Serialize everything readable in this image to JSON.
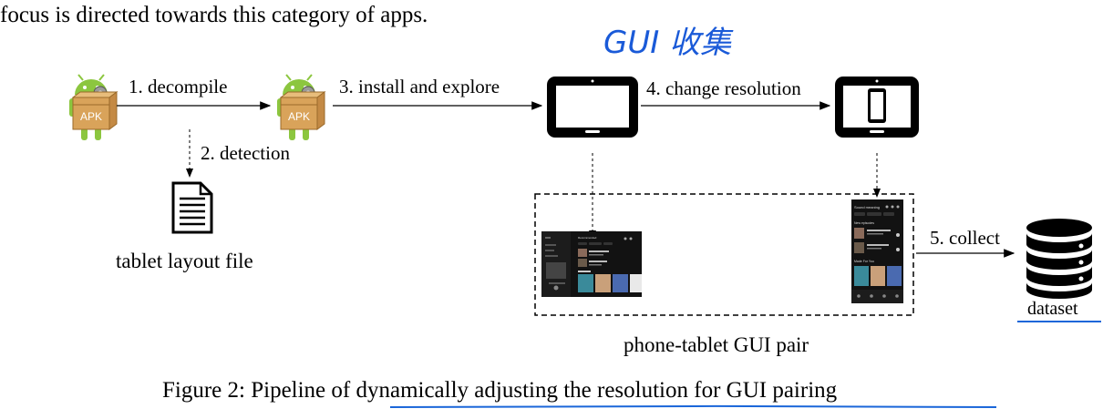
{
  "header_text": "focus is directed towards this category of apps.",
  "handwritten_note": "GUI 收集",
  "apk_label": "APK",
  "steps": {
    "decompile": "1. decompile",
    "detection": "2. detection",
    "install": "3. install and explore",
    "resolution": "4. change resolution",
    "collect": "5. collect"
  },
  "labels": {
    "layout_file": "tablet layout file",
    "gui_pair": "phone-tablet GUI pair",
    "dataset": "dataset"
  },
  "caption": "Figure 2: Pipeline of dynamically adjusting the resolution for GUI pairing",
  "mini_screens": {
    "tablet_title": "Recommended",
    "phone_title": "Sound meaning",
    "phone_section_1": "New episodes",
    "phone_section_2": "Made For You"
  },
  "colors": {
    "android_green": "#8cc63f",
    "box_tan": "#d9a35a",
    "annotation_blue": "#1a66d9",
    "device_black": "#000000"
  }
}
